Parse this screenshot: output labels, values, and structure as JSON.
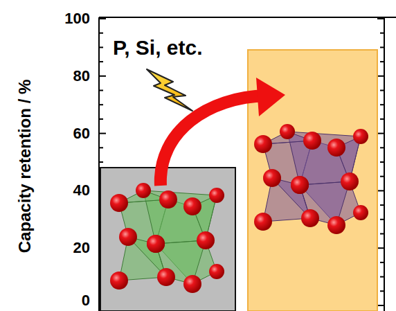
{
  "diagram": {
    "labels": [
      "Capacity retention / %",
      "100",
      "80",
      "60",
      "40",
      "20",
      "0",
      "P, Si, etc."
    ]
  }
}
